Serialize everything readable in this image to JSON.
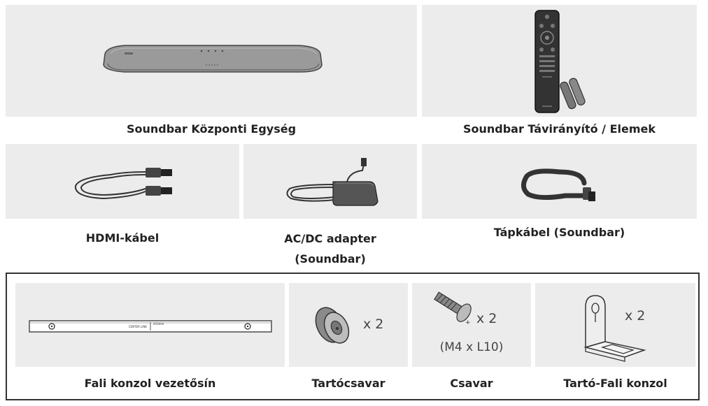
{
  "items": {
    "soundbar_unit": "Soundbar Központi Egység",
    "remote": "Soundbar Távirányító / Elemek",
    "hdmi": "HDMI-kábel",
    "adapter_line1": "AC/DC adapter",
    "adapter_line2": "(Soundbar)",
    "power_cable": "Tápkábel (Soundbar)"
  },
  "mounting": {
    "rail": "Fali konzol vezetősín",
    "holder_screw": "Tartócsavar",
    "holder_screw_qty": "x 2",
    "screw": "Csavar",
    "screw_qty": "x 2",
    "screw_spec": "(M4 x L10)",
    "bracket": "Tartó-Fali konzol",
    "bracket_qty": "x 2",
    "rail_center_label": "CENTER LINE",
    "rail_dimension": "450mm"
  }
}
